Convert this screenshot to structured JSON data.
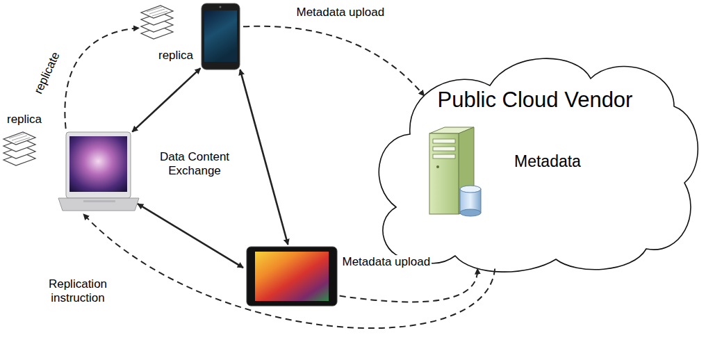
{
  "diagram": {
    "nodes": [
      {
        "text": [
          "replica"
        ]
      },
      {
        "text": [
          "Public Cloud Vendor"
        ]
      },
      {
        "text": [
          "Metadata"
        ],
        "in": 1
      },
      {
        "text": [
          "replica"
        ]
      },
      {
        "text": []
      }
    ],
    "edges": [
      {
        "from": 3,
        "to": 0,
        "arrow": "to",
        "label": "replicate"
      },
      {
        "from": 0,
        "to": 1,
        "arrow": "to",
        "label": "Metadata upload"
      },
      {
        "from": 3,
        "to": 0,
        "arrow": "both"
      },
      {
        "from": 0,
        "to": 4,
        "arrow": "both"
      },
      {
        "from": 3,
        "to": 4,
        "arrow": "both"
      },
      {
        "from": 4,
        "to": 1,
        "arrow": "to",
        "label": "Metadata upload"
      },
      {
        "from": 1,
        "to": 3,
        "arrow": "to",
        "label": "Replication instruction"
      }
    ],
    "labels": [
      "Data Content Exchange"
    ]
  }
}
